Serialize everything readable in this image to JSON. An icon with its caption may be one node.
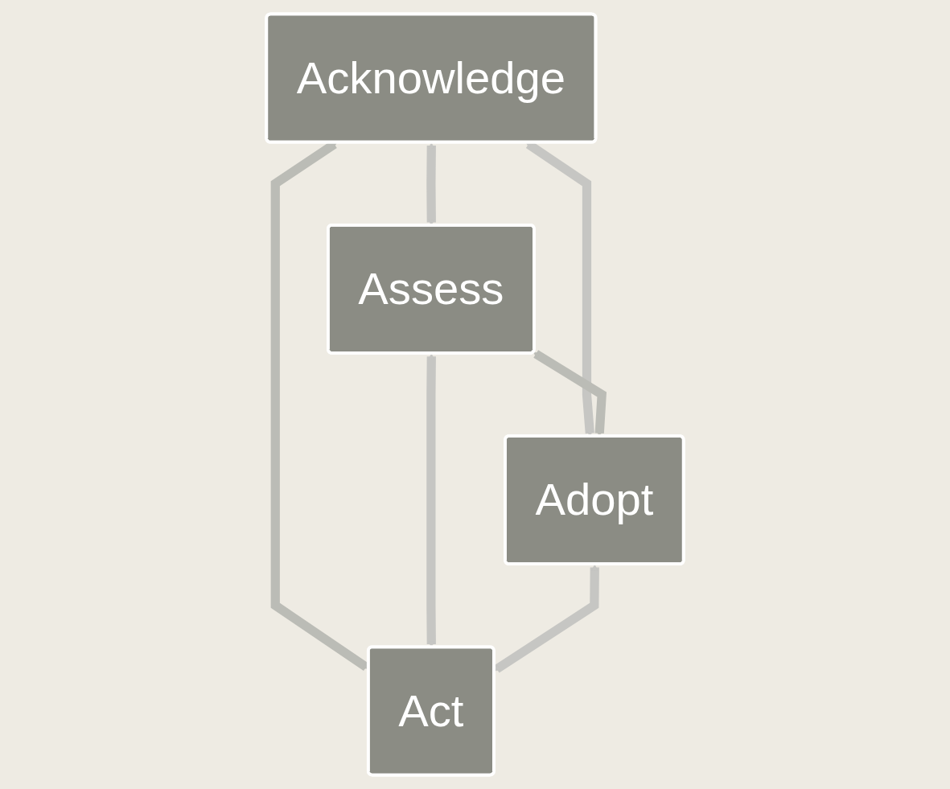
{
  "diagram": {
    "nodes": [
      {
        "text": [
          "Acknowledge"
        ]
      },
      {
        "text": [
          "Assess"
        ]
      },
      {
        "text": [
          "Adopt"
        ]
      },
      {
        "text": [
          "Act"
        ]
      }
    ],
    "edges": [
      {
        "from": 0,
        "to": 1,
        "arrow": "both"
      },
      {
        "from": 0,
        "to": 2,
        "arrow": "both"
      },
      {
        "from": 0,
        "to": 3,
        "arrow": "both",
        "color": "#bbbcb6"
      },
      {
        "from": 1,
        "to": 2,
        "arrow": "both",
        "color": "#bbbcb6"
      },
      {
        "from": 1,
        "to": 3,
        "arrow": "both"
      },
      {
        "from": 2,
        "to": 3,
        "arrow": "both"
      }
    ]
  }
}
